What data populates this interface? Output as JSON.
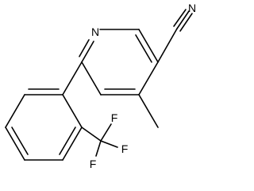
{
  "molecule": {
    "atom_labels": {
      "pyridine_nitrogen": "N",
      "nitrile_nitrogen": "N",
      "fluorine_top": "F",
      "fluorine_right": "F",
      "fluorine_bottom": "F"
    }
  },
  "colors": {
    "bond": "#000000",
    "background": "#ffffff"
  }
}
